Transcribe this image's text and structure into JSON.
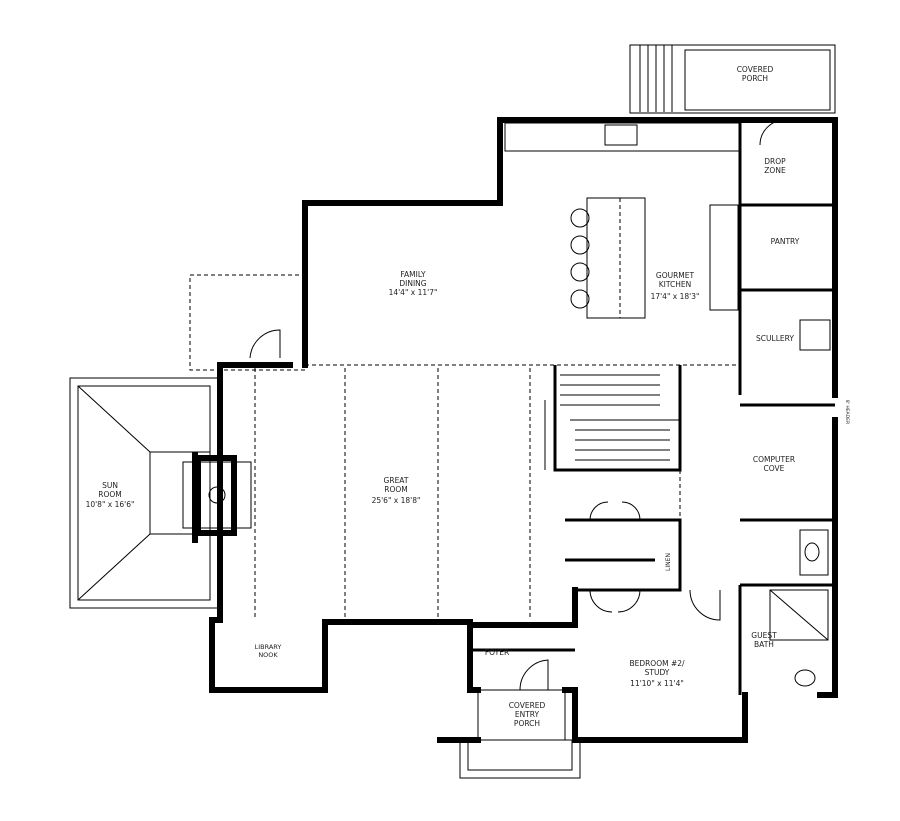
{
  "rooms": {
    "covered_porch": {
      "line1": "COVERED",
      "line2": "PORCH"
    },
    "drop_zone": {
      "line1": "DROP",
      "line2": "ZONE"
    },
    "pantry": {
      "line1": "PANTRY"
    },
    "gourmet_kitchen": {
      "line1": "GOURMET",
      "line2": "KITCHEN",
      "dims": "17'4\" x 18'3\""
    },
    "family_dining": {
      "line1": "FAMILY",
      "line2": "DINING",
      "dims": "14'4\" x 11'7\""
    },
    "scullery": {
      "line1": "SCULLERY"
    },
    "sun_room": {
      "line1": "SUN",
      "line2": "ROOM",
      "dims": "10'8\" x 16'6\""
    },
    "great_room": {
      "line1": "GREAT",
      "line2": "ROOM",
      "dims": "25'6\" x 18'8\""
    },
    "computer_cove": {
      "line1": "COMPUTER",
      "line2": "COVE"
    },
    "linen": {
      "line1": "LINEN"
    },
    "library_nook": {
      "line1": "LIBRARY",
      "line2": "NOOK"
    },
    "foyer": {
      "line1": "FOYER"
    },
    "covered_entry_porch": {
      "line1": "COVERED",
      "line2": "ENTRY",
      "line3": "PORCH"
    },
    "bedroom_2": {
      "line1": "BEDROOM #2/",
      "line2": "STUDY",
      "dims": "11'10\" x 11'4\""
    },
    "guest_bath": {
      "line1": "GUEST",
      "line2": "BATH"
    }
  },
  "annotations": {
    "header_note": "8' HEADER"
  }
}
